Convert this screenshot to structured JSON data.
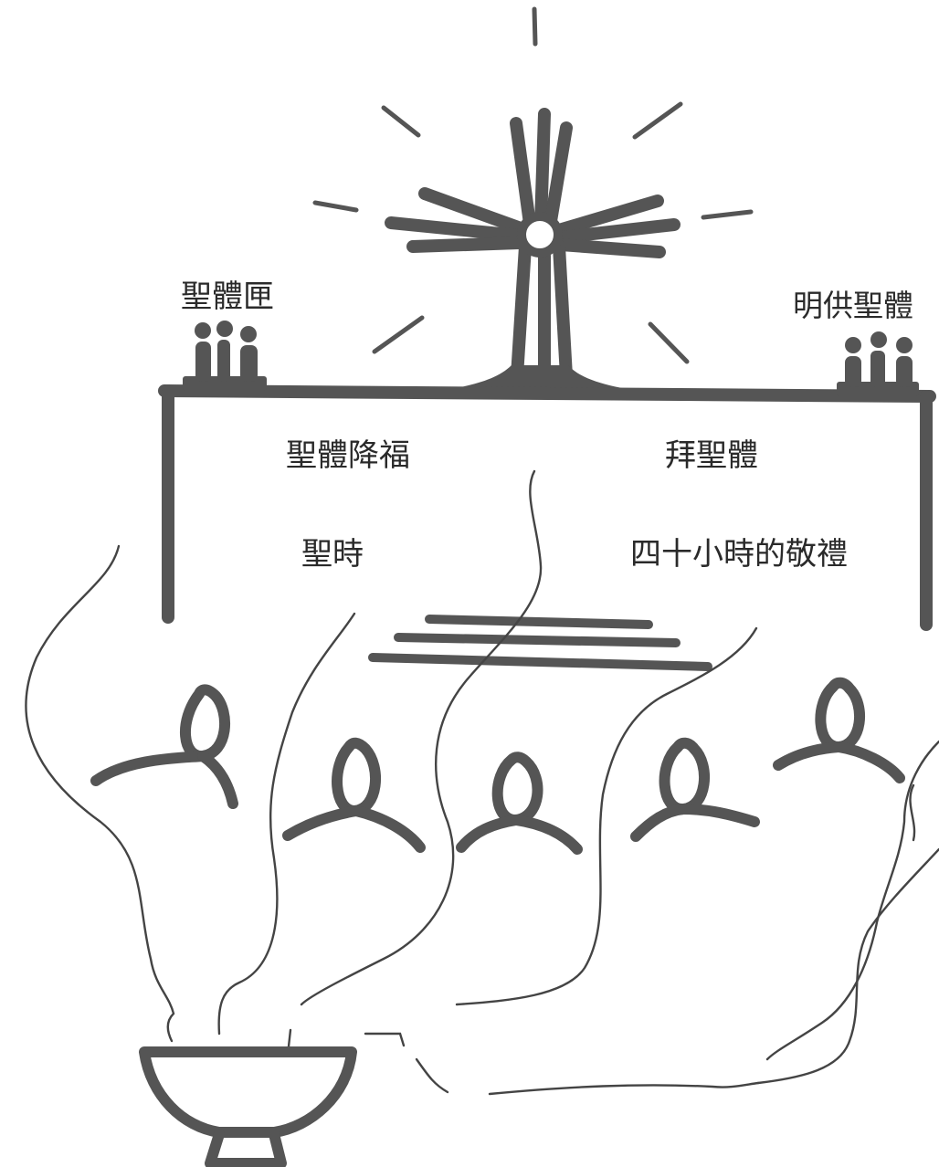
{
  "labels": {
    "tabernacle": "聖體匣",
    "exposition": "明供聖體",
    "benediction": "聖體降福",
    "adoration": "拜聖體",
    "holy_hour": "聖時",
    "forty_hours": "四十小時的敬禮"
  },
  "colors": {
    "ink": "#555555",
    "text": "#2a2a2a",
    "background": "#ffffff"
  }
}
